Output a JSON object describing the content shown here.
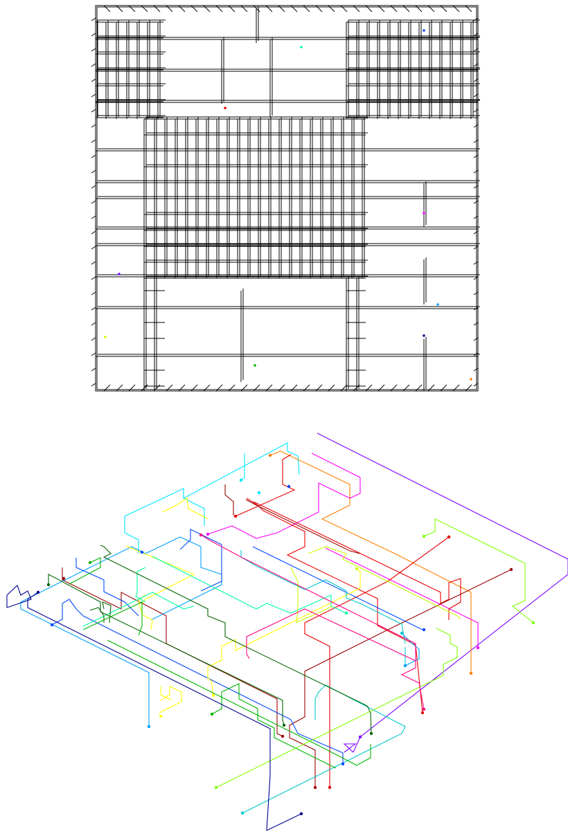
{
  "diagram": {
    "panels": [
      {
        "id": "grid-panel",
        "kind": "routing-grid-plan-view"
      },
      {
        "id": "route-panel",
        "kind": "routed-nets-isometric-view"
      }
    ],
    "nets": [
      {
        "name": "",
        "color": "#7b00ff"
      },
      {
        "name": "",
        "color": "#00e5ff"
      },
      {
        "name": "",
        "color": "#ff7f00"
      },
      {
        "name": "",
        "color": "#ff00ff"
      },
      {
        "name": "",
        "color": "#e60000"
      },
      {
        "name": "",
        "color": "#9b0000"
      },
      {
        "name": "",
        "color": "#00a0ff"
      },
      {
        "name": "",
        "color": "#0047ff"
      },
      {
        "name": "",
        "color": "#ffff00"
      },
      {
        "name": "",
        "color": "#00ff9c"
      },
      {
        "name": "",
        "color": "#00c8c8"
      },
      {
        "name": "",
        "color": "#006400"
      },
      {
        "name": "",
        "color": "#00b400"
      },
      {
        "name": "",
        "color": "#7fff00"
      },
      {
        "name": "",
        "color": "#c8ff00"
      },
      {
        "name": "",
        "color": "#000090"
      },
      {
        "name": "",
        "color": "#ff0080"
      }
    ]
  }
}
